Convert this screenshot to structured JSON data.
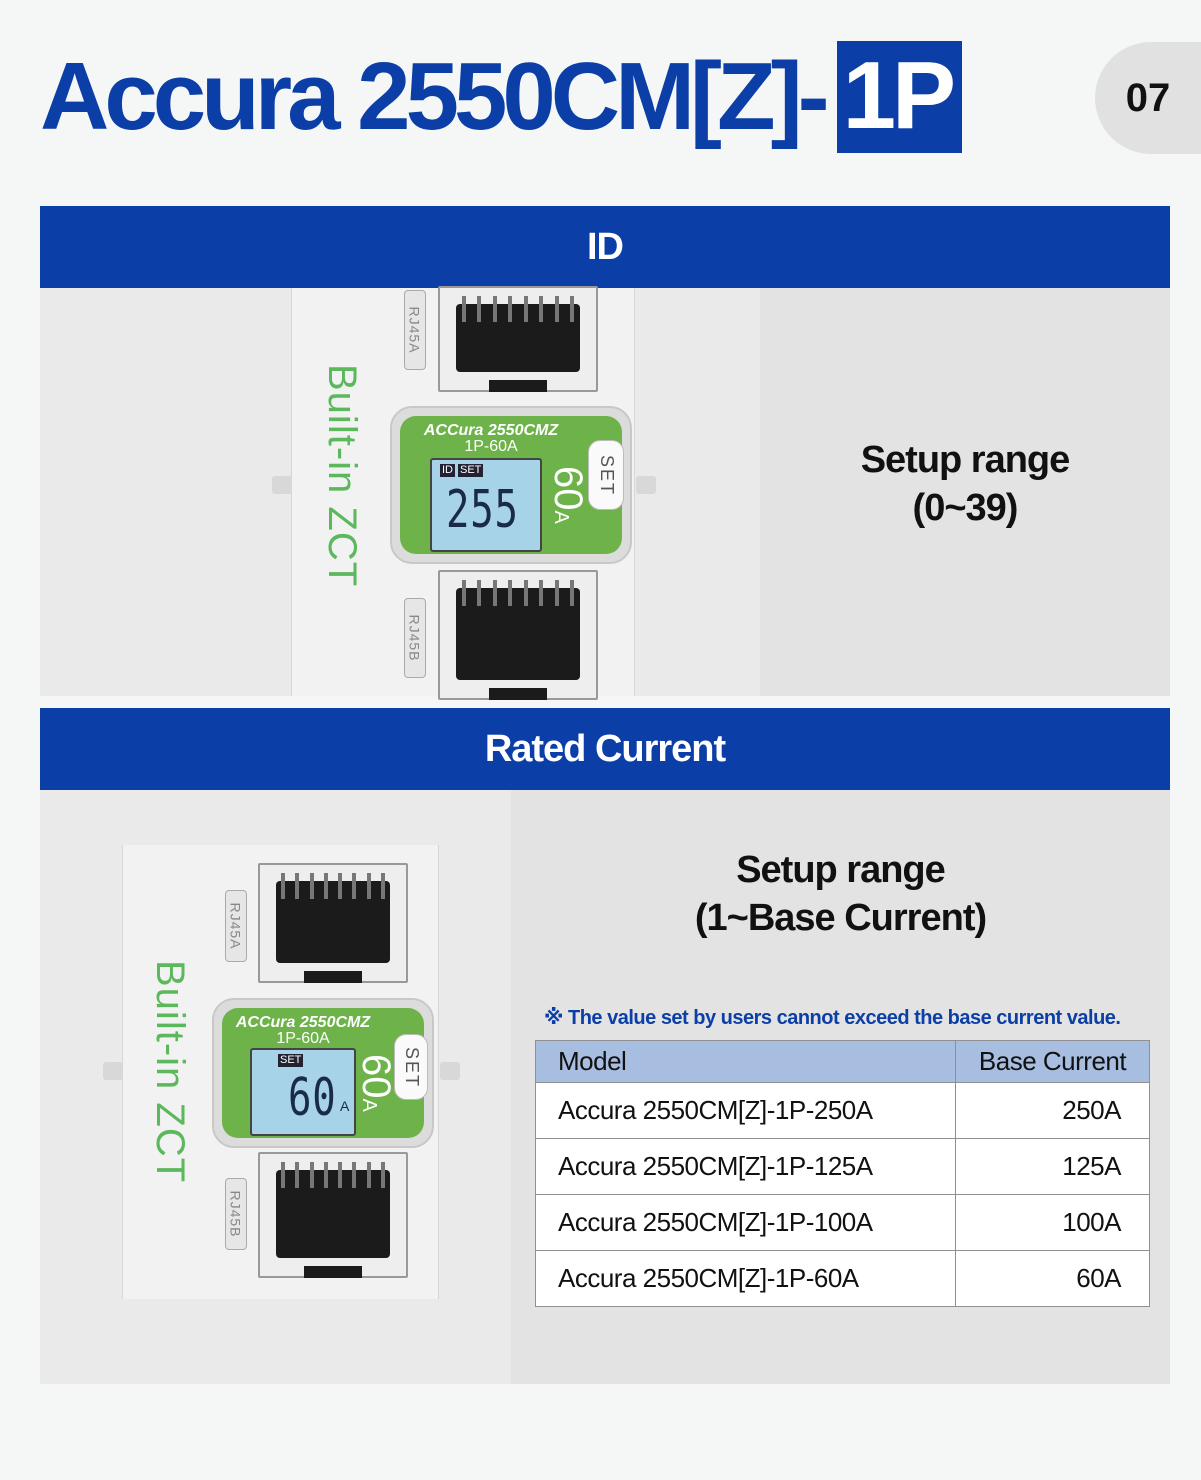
{
  "header": {
    "title": "Accura 2550CM[Z]-",
    "title_highlight": "1P",
    "page_number": "07"
  },
  "section_id": {
    "heading": "ID",
    "setup_range_label": "Setup range",
    "setup_range_value": "(0~39)",
    "device": {
      "zct_label": "Built-in ZCT",
      "port_a": "RJ45A",
      "port_b": "RJ45B",
      "brand": "ACCura 2550CMZ",
      "model": "1P-60A",
      "lcd_tags": [
        "ID",
        "SET"
      ],
      "lcd_value": "255",
      "side_value": "60",
      "side_unit": "A",
      "set_button": "SET"
    }
  },
  "section_rated": {
    "heading": "Rated Current",
    "setup_range_label": "Setup range",
    "setup_range_value": "(1~Base Current)",
    "note": "※ The value set by users cannot exceed the base current value.",
    "device": {
      "zct_label": "Built-in ZCT",
      "port_a": "RJ45A",
      "port_b": "RJ45B",
      "brand": "ACCura 2550CMZ",
      "model": "1P-60A",
      "lcd_tag": "SET",
      "lcd_value": "60",
      "lcd_unit": "A",
      "side_value": "60",
      "side_unit": "A",
      "set_button": "SET"
    },
    "table": {
      "headers": [
        "Model",
        "Base Current"
      ],
      "rows": [
        [
          "Accura 2550CM[Z]-1P-250A",
          "250A"
        ],
        [
          "Accura 2550CM[Z]-1P-125A",
          "125A"
        ],
        [
          "Accura 2550CM[Z]-1P-100A",
          "100A"
        ],
        [
          "Accura 2550CM[Z]-1P-60A",
          "60A"
        ]
      ]
    }
  },
  "colors": {
    "brand_blue": "#0b3fa7",
    "table_header": "#a8bee0",
    "zct_green": "#5cb85c",
    "module_green": "#6db34a",
    "lcd": "#a7d3e8"
  }
}
